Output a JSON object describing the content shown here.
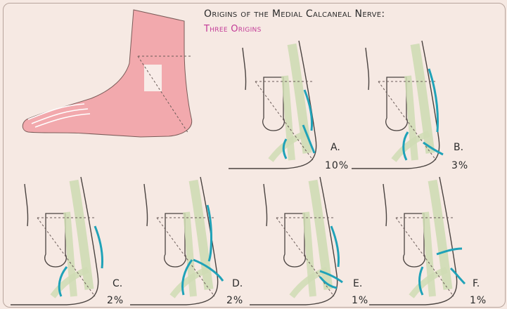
{
  "title": "Origins of the Medial Calcaneal Nerve:",
  "subtitle": "Three Origins",
  "colors": {
    "background": "#f6e9e3",
    "foot_fill": "#f2a9ad",
    "nerve": "#1fa2b8",
    "tendon": "#cfdcb4",
    "outline": "#4a4340",
    "title_accent": "#c33a97"
  },
  "panels": [
    {
      "label": "A.",
      "percent": "10%"
    },
    {
      "label": "B.",
      "percent": "3%"
    },
    {
      "label": "C.",
      "percent": "2%"
    },
    {
      "label": "D.",
      "percent": "2%"
    },
    {
      "label": "E.",
      "percent": "1%"
    },
    {
      "label": "F.",
      "percent": "1%"
    }
  ]
}
